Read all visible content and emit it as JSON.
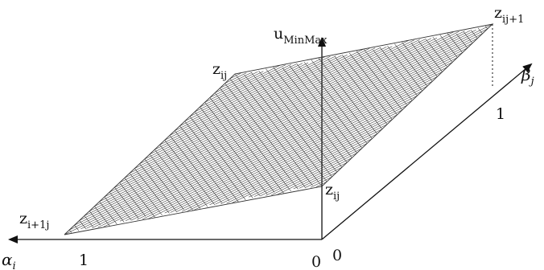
{
  "labels": {
    "u_axis": {
      "base": "u",
      "sub": "MinMax"
    },
    "alpha_axis": {
      "base": "α",
      "sub": "i"
    },
    "beta_axis": {
      "base": "β",
      "sub": "j"
    },
    "z_top_left": {
      "base": "z",
      "sub": "ij"
    },
    "z_top_right": {
      "base": "z",
      "sub": "ij+1"
    },
    "z_near_origin": {
      "base": "z",
      "sub": "ij"
    },
    "z_left": {
      "base": "z",
      "sub": "i+1j"
    },
    "tick_alpha_one": "1",
    "tick_origin_zero": "0",
    "tick_beta_zero": "0",
    "tick_beta_one": "1"
  },
  "colors": {
    "ink": "#111111",
    "mesh": "#333333",
    "background": "#ffffff"
  }
}
